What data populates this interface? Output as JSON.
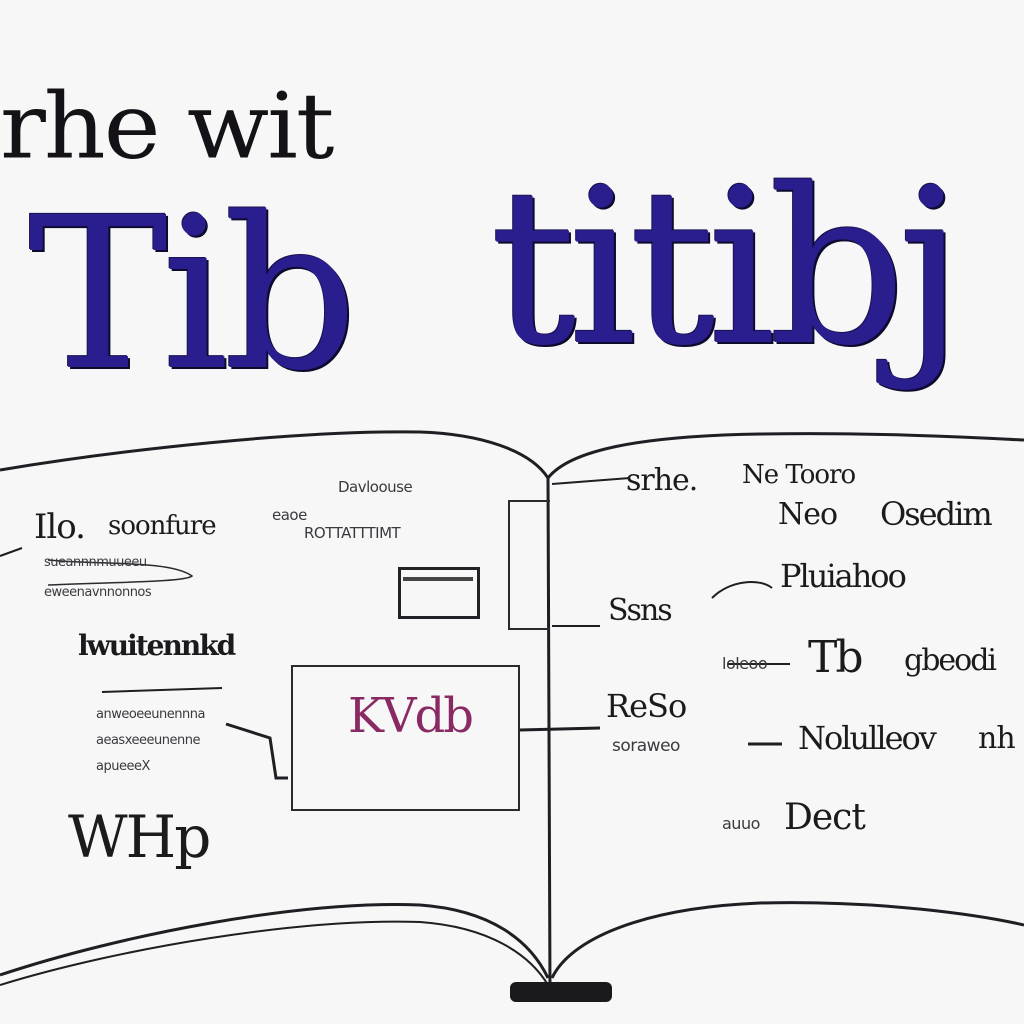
{
  "header": {
    "small": "rhe wit",
    "big_left": "Tib",
    "big_right": "titibj"
  },
  "book": {
    "left_page": {
      "line1_a": "Ilo.",
      "line1_b": "soonfure",
      "scribble1": "sueannnmuueeu",
      "scribble2": "eweenavnnonnos",
      "heading2": "lwuitennkd",
      "scribble3": "anweoeeunennna",
      "scribble4": "aeasxeeeunenne",
      "scribble5": "apueeeX",
      "bottom": "WHp",
      "top_label_1": "Davloouse",
      "top_label_2": "eaoe",
      "top_label_3": "ROTTATTTIMT"
    },
    "center_box_label": "KVdb",
    "right_page": {
      "r1_a": "srhe.",
      "r1_b": "Ne Tooro",
      "r2_a": "Neo",
      "r2_b": "Osedim",
      "r3": "Pluiahoo",
      "r4": "Ssns",
      "r5_a": "loleoo",
      "r5_b": "Tb",
      "r5_c": "gbeodi",
      "r6": "ReSo",
      "r7_a": "soraweo",
      "r7_b": "Nolulleov",
      "r7_c": "nh",
      "r8_a": "auuo",
      "r8_b": "Dect"
    }
  },
  "colors": {
    "ink": "#1b1a1d",
    "blue_ink": "#2a1e8e",
    "magenta_ink": "#8a2a63",
    "paper": "#f7f7f8"
  }
}
